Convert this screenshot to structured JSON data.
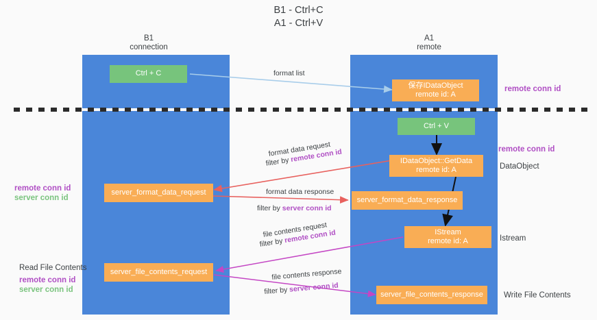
{
  "title": "B1 - Ctrl+C\nA1 - Ctrl+V",
  "columns": [
    {
      "name": "b1",
      "label": "B1\nconnection"
    },
    {
      "name": "a1",
      "label": "A1\nremote"
    }
  ],
  "nodes": [
    {
      "id": "ctrl_c",
      "label": "Ctrl + C",
      "color": "green"
    },
    {
      "id": "save_idataobject",
      "label": "保存IDataObject\nremote id: A",
      "color": "orange"
    },
    {
      "id": "ctrl_v",
      "label": "Ctrl + V",
      "color": "green"
    },
    {
      "id": "idataobject_getdata",
      "label": "IDataObject::GetData\nremote id: A",
      "color": "orange"
    },
    {
      "id": "server_format_data_request",
      "label": "server_format_data_request",
      "color": "orange"
    },
    {
      "id": "server_format_data_response",
      "label": "server_format_data_response",
      "color": "orange"
    },
    {
      "id": "istream",
      "label": "IStream\nremote id: A",
      "color": "orange"
    },
    {
      "id": "server_file_contents_request",
      "label": "server_file_contents_request",
      "color": "orange"
    },
    {
      "id": "server_file_contents_response",
      "label": "server_file_contents_response",
      "color": "orange"
    }
  ],
  "edge_labels": {
    "format_list": "format list",
    "format_data_request": "format data request",
    "format_data_request_filter_prefix": "filter by ",
    "format_data_request_filter_key": "remote conn id",
    "format_data_response": "format data response",
    "format_data_response_filter_prefix": "filter by ",
    "format_data_response_filter_key": "server conn id",
    "file_contents_request": "file contents request",
    "file_contents_request_filter_prefix": "filter by ",
    "file_contents_request_filter_key": "remote conn id",
    "file_contents_response": "file contents response",
    "file_contents_response_filter_prefix": "filter by ",
    "file_contents_response_filter_key": "server conn id"
  },
  "annotations": {
    "right_top_remote_conn_id": "remote conn id",
    "right_mid_remote_conn_id": "remote conn id",
    "right_dataobject": "DataObject",
    "right_istream": "Istream",
    "right_write_file_contents": "Write File Contents",
    "left_mid_remote_conn_id": "remote conn id",
    "left_mid_server_conn_id": "server conn id",
    "left_read_file_contents": "Read File Contents",
    "left_bottom_remote_conn_id": "remote conn id",
    "left_bottom_server_conn_id": "server conn id"
  },
  "colors": {
    "lane": "#4a86d9",
    "green_box": "#77c47c",
    "orange_box": "#f9ad55",
    "purple_text": "#b04fc4",
    "green_text": "#7bc47f",
    "red_arrow": "#e8615e",
    "magenta_arrow": "#c446c4",
    "light_blue_arrow": "#a8cdea",
    "black_arrow": "#111111",
    "divider": "#2b2b2b",
    "background": "#fafafa"
  }
}
